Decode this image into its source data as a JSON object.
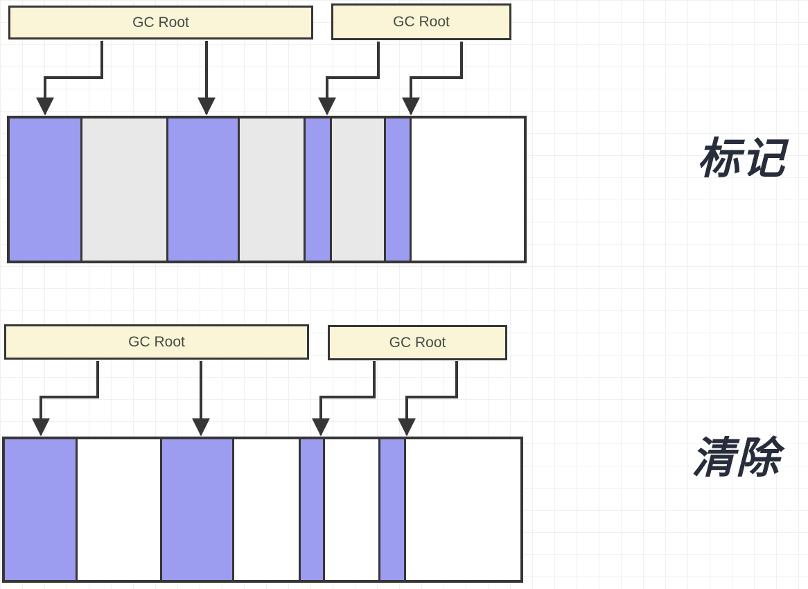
{
  "colors": {
    "live": "#9c9cf0",
    "garbage": "#e8e8e8",
    "free": "#ffffff",
    "root_fill": "#faf5d7",
    "stroke": "#363636",
    "label_text": "#272d3b",
    "root_text": "#434c44"
  },
  "mark_phase": {
    "label": "标记",
    "roots": [
      {
        "label": "GC Root"
      },
      {
        "label": "GC Root"
      }
    ],
    "segments": [
      {
        "type": "live",
        "width": 102
      },
      {
        "type": "garbage",
        "width": 124
      },
      {
        "type": "live",
        "width": 103
      },
      {
        "type": "garbage",
        "width": 95
      },
      {
        "type": "live",
        "width": 38
      },
      {
        "type": "garbage",
        "width": 78
      },
      {
        "type": "live",
        "width": 37
      },
      {
        "type": "free",
        "width": null
      }
    ],
    "pointers": [
      {
        "from": "gc-root-1",
        "to": "segment-1"
      },
      {
        "from": "gc-root-1",
        "to": "segment-3"
      },
      {
        "from": "gc-root-2",
        "to": "segment-5"
      },
      {
        "from": "gc-root-2",
        "to": "segment-7"
      }
    ]
  },
  "sweep_phase": {
    "label": "清除",
    "roots": [
      {
        "label": "GC Root"
      },
      {
        "label": "GC Root"
      }
    ],
    "segments": [
      {
        "type": "live",
        "width": 102
      },
      {
        "type": "free",
        "width": 122
      },
      {
        "type": "live",
        "width": 104
      },
      {
        "type": "free",
        "width": 96
      },
      {
        "type": "live",
        "width": 35
      },
      {
        "type": "free",
        "width": 80
      },
      {
        "type": "live",
        "width": 37
      },
      {
        "type": "free",
        "width": null
      }
    ],
    "pointers": [
      {
        "from": "gc-root-1",
        "to": "segment-1"
      },
      {
        "from": "gc-root-1",
        "to": "segment-3"
      },
      {
        "from": "gc-root-2",
        "to": "segment-5"
      },
      {
        "from": "gc-root-2",
        "to": "segment-7"
      }
    ]
  }
}
